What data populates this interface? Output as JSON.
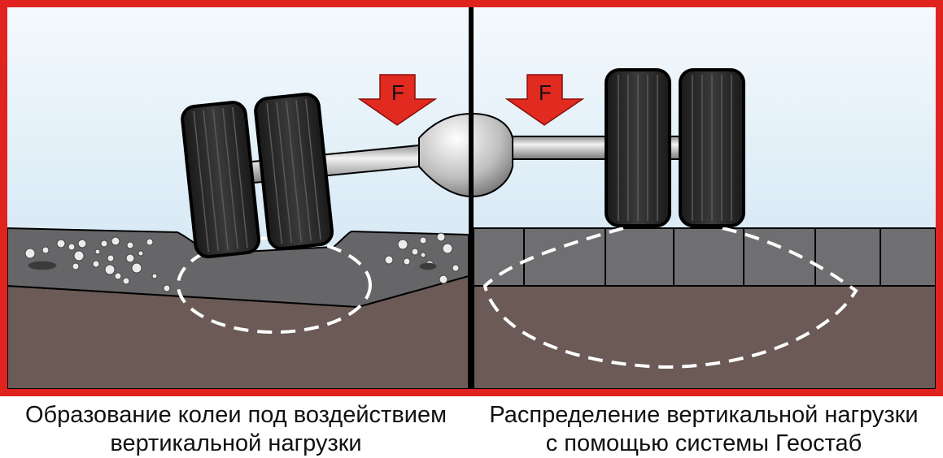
{
  "panels": [
    {
      "id": "left",
      "force_label": "F",
      "caption_lines": [
        "Образование колеи под воздействием",
        "вертикальной нагрузки"
      ]
    },
    {
      "id": "right",
      "force_label": "F",
      "caption_lines": [
        "Распределение вертикальной нагрузки",
        "с помощью системы Геостаб"
      ]
    }
  ],
  "colors": {
    "frame": "#e0231f",
    "sky": "#d4e8f4",
    "soil": "#6b5a55",
    "gravel": "#666669",
    "cell": "#6f6f72",
    "tire": "#1f1f1f",
    "arrow": "#e12a20",
    "stress_line": "#ffffff"
  }
}
